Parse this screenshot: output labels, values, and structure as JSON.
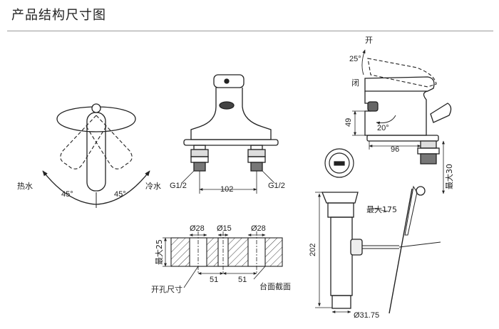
{
  "title": "产品结构尺寸图",
  "top_view": {
    "hot_label": "热水",
    "cold_label": "冷水",
    "angle_left": "45°",
    "angle_right": "45°"
  },
  "front_view": {
    "thread_left": "G1/2",
    "thread_right": "G1/2",
    "spacing": "102"
  },
  "side_view": {
    "open_label": "开",
    "close_label": "闭",
    "lever_angle": "25°",
    "spout_angle": "20°",
    "spout_height": "49",
    "reach": "96",
    "max_deck": "最大30",
    "max_175": "最大175",
    "drain_length": "202",
    "drain_dia": "Ø31.75"
  },
  "section_view": {
    "dia_left": "Ø28",
    "dia_mid": "Ø15",
    "dia_right": "Ø28",
    "thickness": "最大25",
    "dist_left": "51",
    "dist_right": "51",
    "hole_label": "开孔尺寸",
    "deck_label": "台面截面"
  }
}
